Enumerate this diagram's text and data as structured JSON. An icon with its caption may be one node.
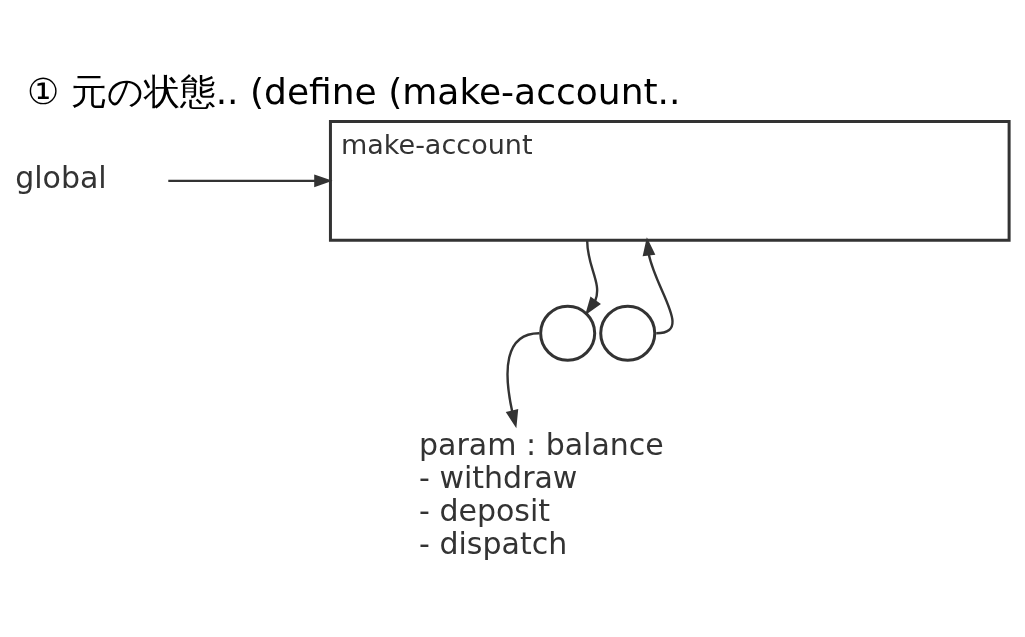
{
  "diagram": {
    "title": "① 元の状態.. (define (make-account..",
    "nodes": [
      {
        "text": [
          "global"
        ]
      },
      {
        "text": [
          "make-account"
        ]
      },
      {
        "text": [],
        "shape": "circle"
      },
      {
        "text": [],
        "shape": "circle"
      },
      {
        "text": [
          "param : balance",
          "- withdraw",
          "- deposit",
          "- dispatch"
        ]
      }
    ],
    "edges": [
      {
        "from": 0,
        "to": 1,
        "arrow": "to"
      },
      {
        "from": 1,
        "to": 2,
        "arrow": "to"
      },
      {
        "from": 2,
        "to": 4,
        "arrow": "to"
      },
      {
        "from": 3,
        "to": 1,
        "arrow": "to"
      }
    ]
  }
}
